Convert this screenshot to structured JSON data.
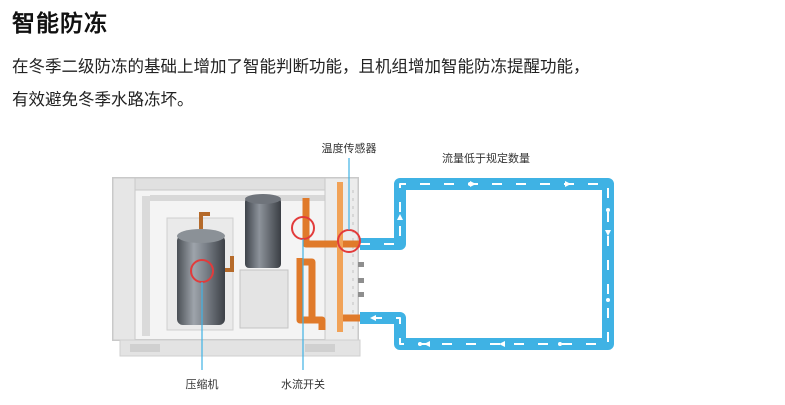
{
  "header": {
    "title": "智能防冻",
    "description_line1": "在冬季二级防冻的基础上增加了智能判断功能，且机组增加智能防冻提醒功能，",
    "description_line2": "有效避免冬季水路冻坏。"
  },
  "diagram": {
    "labels": {
      "temp_sensor": "温度传感器",
      "low_flow": "流量低于规定数量",
      "compressor": "压缩机",
      "water_flow_switch": "水流开关"
    },
    "colors": {
      "water_loop": "#3fb2e4",
      "pipe_copper": "#e07a2a",
      "highlight_ring": "#e23b3b",
      "unit_frame": "#c9c9c9"
    }
  }
}
